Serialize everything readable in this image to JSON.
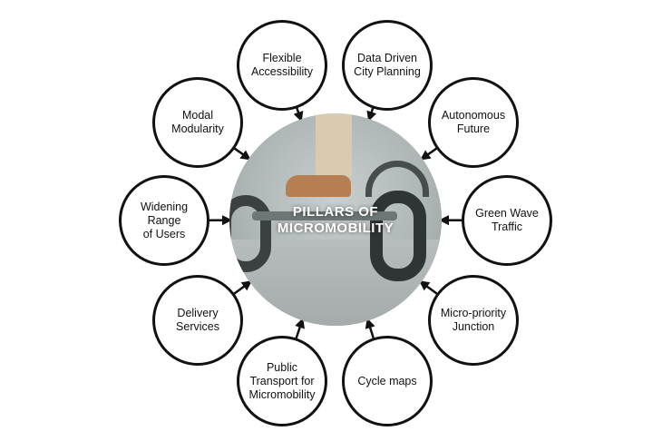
{
  "center": {
    "title": "PILLARS OF\nMICROMOBILITY"
  },
  "pillars": [
    {
      "label": "Flexible\nAccessibility"
    },
    {
      "label": "Data Driven\nCity Planning"
    },
    {
      "label": "Modal\nModularity"
    },
    {
      "label": "Autonomous\nFuture"
    },
    {
      "label": "Widening\nRange\nof Users"
    },
    {
      "label": "Green Wave\nTraffic"
    },
    {
      "label": "Delivery\nServices"
    },
    {
      "label": "Micro-priority\nJunction"
    },
    {
      "label": "Public\nTransport for\nMicromobility"
    },
    {
      "label": "Cycle maps"
    }
  ],
  "colors": {
    "stroke": "#111111",
    "background": "#ffffff",
    "title": "#ffffff"
  }
}
